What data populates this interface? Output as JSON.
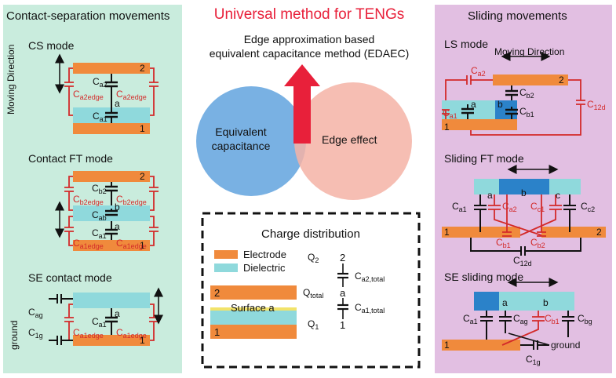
{
  "colors": {
    "left_panel": "#c9ecdd",
    "right_panel": "#e2bfe2",
    "electrode": "#f08a3c",
    "dielectric": "#8fd9dc",
    "dielectric_dark": "#2b82c9",
    "red": "#d32a2a",
    "venn_left": "#6aa8e0",
    "venn_right": "#f5b3a6",
    "arrow": "#e8203a"
  },
  "left_panel": {
    "title": "Contact-separation movements",
    "cs_mode": {
      "title": "CS mode",
      "moving_direction": "Moving Direction",
      "labels": {
        "ca2": "C",
        "ca2_sub": "a2",
        "ca2edge_l": "C",
        "ca2edge_l_sub": "a2edge",
        "ca2edge_r": "C",
        "ca2edge_r_sub": "a2edge",
        "a": "a",
        "ca1": "C",
        "ca1_sub": "a1",
        "n2": "2",
        "n1": "1"
      }
    },
    "contact_ft": {
      "title": "Contact FT mode",
      "labels": {
        "cb2": "C",
        "cb2_sub": "b2",
        "cb2edge_l": "C",
        "cb2edge_l_sub": "b2edge",
        "cb2edge_r": "C",
        "cb2edge_r_sub": "b2edge",
        "b": "b",
        "cab": "C",
        "cab_sub": "ab",
        "a": "a",
        "ca1": "C",
        "ca1_sub": "a1",
        "ca1edge_l": "C",
        "ca1edge_l_sub": "a1edge",
        "ca1edge_r": "C",
        "ca1edge_r_sub": "a1edge",
        "n2": "2",
        "n1": "1"
      }
    },
    "se_contact": {
      "title": "SE contact mode",
      "ground": "ground",
      "labels": {
        "cag": "C",
        "cag_sub": "ag",
        "c1g": "C",
        "c1g_sub": "1g",
        "a": "a",
        "ca1": "C",
        "ca1_sub": "a1",
        "ca1edge_l": "C",
        "ca1edge_l_sub": "a1edge",
        "ca1edge_r": "C",
        "ca1edge_r_sub": "a1edge",
        "n1": "1"
      }
    }
  },
  "center": {
    "title": "Universal method for TENGs",
    "edaec": "Edge approximation based equivalent capacitance method (EDAEC)",
    "edaec_line1": "Edge approximation based",
    "edaec_line2": "equivalent capacitance method (EDAEC)",
    "venn_left_l1": "Equivalent",
    "venn_left_l2": "capacitance",
    "venn_right": "Edge effect",
    "charge_box": {
      "title": "Charge distribution",
      "legend_electrode": "Electrode",
      "legend_dielectric": "Dielectric",
      "n2": "2",
      "surface_a": "Surface a",
      "n1": "1",
      "q2": "Q",
      "q2_sub": "2",
      "qtotal": "Q",
      "qtotal_sub": "total",
      "q1": "Q",
      "q1_sub": "1",
      "node2": "2",
      "nodea": "a",
      "node1": "1",
      "ca2total": "C",
      "ca2total_sub": "a2,total",
      "ca1total": "C",
      "ca1total_sub": "a1,total"
    }
  },
  "right_panel": {
    "title": "Sliding movements",
    "ls_mode": {
      "title": "LS mode",
      "moving_direction": "Moving Direction",
      "labels": {
        "ca2": "C",
        "ca2_sub": "a2",
        "cb2": "C",
        "cb2_sub": "b2",
        "cb1": "C",
        "cb1_sub": "b1",
        "c12d": "C",
        "c12d_sub": "12d",
        "ca1": "C",
        "ca1_sub": "a1",
        "a": "a",
        "b": "b",
        "n2": "2",
        "n1": "1"
      }
    },
    "sliding_ft": {
      "title": "Sliding FT mode",
      "labels": {
        "ca1": "C",
        "ca1_sub": "a1",
        "ca2": "C",
        "ca2_sub": "a2",
        "cc1": "C",
        "cc1_sub": "c1",
        "cc2": "C",
        "cc2_sub": "c2",
        "cb1": "C",
        "cb1_sub": "b1",
        "cb2": "C",
        "cb2_sub": "b2",
        "c12d": "C",
        "c12d_sub": "12d",
        "a": "a",
        "b": "b",
        "c": "c",
        "n1": "1",
        "n2": "2"
      }
    },
    "se_sliding": {
      "title": "SE sliding mode",
      "ground": "ground",
      "labels": {
        "ca1": "C",
        "ca1_sub": "a1",
        "cag": "C",
        "cag_sub": "ag",
        "cb1": "C",
        "cb1_sub": "b1",
        "cbg": "C",
        "cbg_sub": "bg",
        "c1g": "C",
        "c1g_sub": "1g",
        "a": "a",
        "b": "b",
        "n1": "1"
      }
    }
  }
}
